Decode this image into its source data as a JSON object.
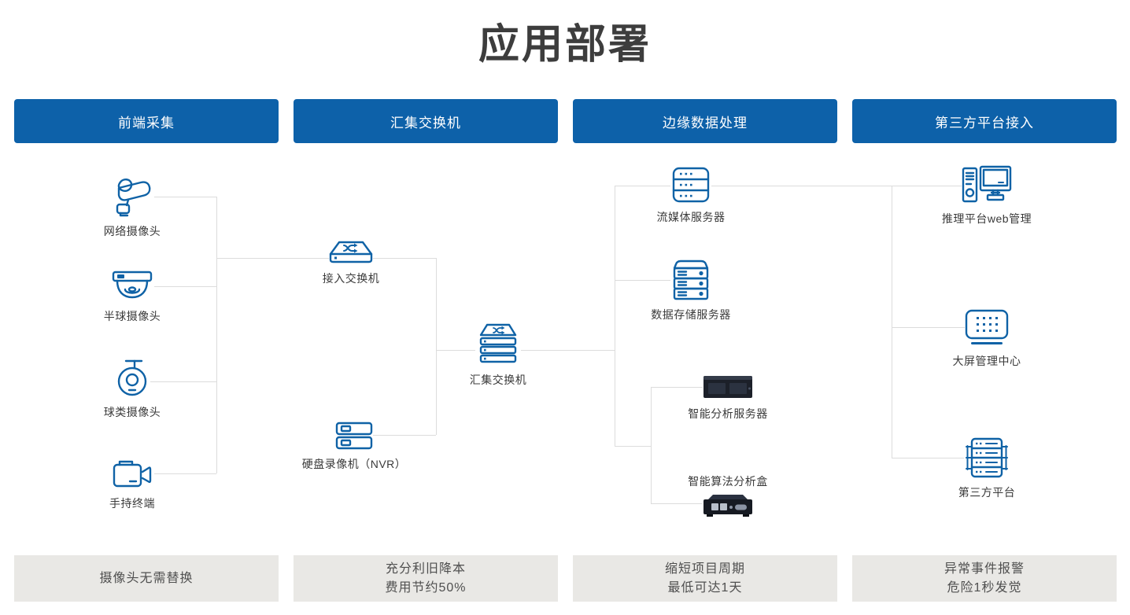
{
  "title": "应用部署",
  "colors": {
    "accent_blue": "#0d61a9",
    "icon_blue": "#0f62a6",
    "connector_gray": "#dcdcdc",
    "footer_bg": "#e9e8e5",
    "title_text": "#3d3d3d"
  },
  "columns": [
    {
      "header": "前端采集",
      "footer": {
        "line1": "摄像头无需替换",
        "line2": ""
      }
    },
    {
      "header": "汇集交换机",
      "footer": {
        "line1": "充分利旧降本",
        "line2": "费用节约50%"
      }
    },
    {
      "header": "边缘数据处理",
      "footer": {
        "line1": "缩短项目周期",
        "line2": "最低可达1天"
      }
    },
    {
      "header": "第三方平台接入",
      "footer": {
        "line1": "异常事件报警",
        "line2": "危险1秒发觉"
      }
    }
  ],
  "nodes": [
    {
      "id": "network-camera",
      "label": "网络摄像头",
      "icon": "bullet-camera-icon"
    },
    {
      "id": "dome-camera",
      "label": "半球摄像头",
      "icon": "dome-camera-icon"
    },
    {
      "id": "ball-camera",
      "label": "球类摄像头",
      "icon": "ball-camera-icon"
    },
    {
      "id": "handheld-terminal",
      "label": "手持终端",
      "icon": "video-camera-icon"
    },
    {
      "id": "access-switch",
      "label": "接入交换机",
      "icon": "switch-icon"
    },
    {
      "id": "nvr",
      "label": "硬盘录像机（NVR）",
      "icon": "nvr-icon"
    },
    {
      "id": "aggregation-switch",
      "label": "汇集交换机",
      "icon": "stacked-switch-icon"
    },
    {
      "id": "streaming-server",
      "label": "流媒体服务器",
      "icon": "server-stack-icon"
    },
    {
      "id": "storage-server",
      "label": "数据存储服务器",
      "icon": "storage-server-icon"
    },
    {
      "id": "analysis-server",
      "label": "智能分析服务器",
      "icon": "analysis-server-photo"
    },
    {
      "id": "analysis-box",
      "label": "智能算法分析盒",
      "icon": "analysis-box-photo"
    },
    {
      "id": "inference-web",
      "label": "推理平台web管理",
      "icon": "workstation-icon"
    },
    {
      "id": "big-screen",
      "label": "大屏管理中心",
      "icon": "big-screen-icon"
    },
    {
      "id": "third-party",
      "label": "第三方平台",
      "icon": "rack-server-icon"
    }
  ]
}
